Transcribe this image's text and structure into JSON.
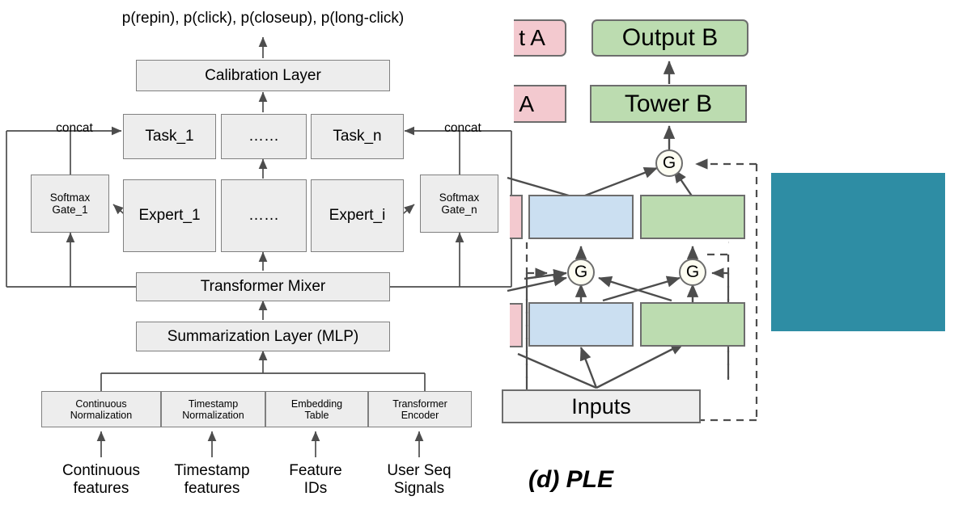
{
  "left_diagram": {
    "output_probabilities": "p(repin), p(click), p(closeup), p(long-click)",
    "calibration_layer": "Calibration Layer",
    "task_row": [
      "Task_1",
      "……",
      "Task_n"
    ],
    "expert_row": [
      "Expert_1",
      "……",
      "Expert_i"
    ],
    "gate_left": "Softmax\nGate_1",
    "gate_left_line1": "Softmax",
    "gate_left_line2": "Gate_1",
    "gate_right_line1": "Softmax",
    "gate_right_line2": "Gate_n",
    "concat_left": "concat",
    "concat_right": "concat",
    "transformer_mixer": "Transformer Mixer",
    "summarization_layer": "Summarization Layer (MLP)",
    "feature_processors": [
      {
        "line1": "Continuous",
        "line2": "Normalization"
      },
      {
        "line1": "Timestamp",
        "line2": "Normalization"
      },
      {
        "line1": "Embedding",
        "line2": "Table"
      },
      {
        "line1": "Transformer",
        "line2": "Encoder"
      }
    ],
    "input_labels": [
      {
        "line1": "Continuous",
        "line2": "features"
      },
      {
        "line1": "Timestamp",
        "line2": "features"
      },
      {
        "line1": "Feature",
        "line2": "IDs"
      },
      {
        "line1": "User Seq",
        "line2": "Signals"
      }
    ]
  },
  "right_diagram": {
    "caption": "(d) PLE",
    "output_a_partial": "t A",
    "tower_a_partial": "A",
    "output_b": "Output B",
    "tower_b": "Tower B",
    "gate_label": "G",
    "inputs": "Inputs"
  },
  "colors": {
    "box_fill": "#ededed",
    "box_border": "#808080",
    "pink": "#f3c9cf",
    "green": "#bcdcb0",
    "blue": "#cbdff1",
    "grey": "#eeeeee",
    "ple_border": "#6d6d6d",
    "teal": "#2e8da4",
    "arrow": "#4d4d4d"
  }
}
